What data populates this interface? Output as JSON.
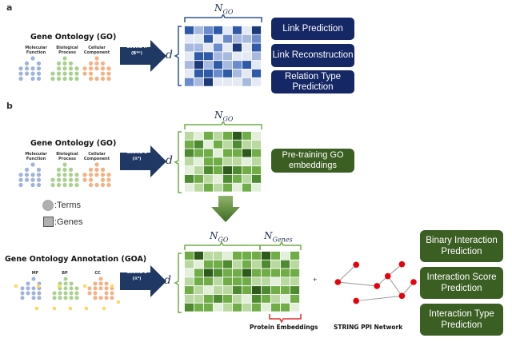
{
  "panels": {
    "a": {
      "label": "a",
      "ontology_title": "Gene Ontology (GO)",
      "branches": [
        {
          "label": "Molecular Function",
          "color": "#9fb3dd"
        },
        {
          "label": "Biological Process",
          "color": "#a9d18e"
        },
        {
          "label": "Cellular Component",
          "color": "#f4b183"
        }
      ],
      "model": {
        "name": "GeOKG-H",
        "space": "(Bᵈʲᶜ)"
      },
      "dim_symbol": "d",
      "matrix_label": "N",
      "matrix_label_sub": "GO",
      "palette": [
        "#e4e9f4",
        "#a7b9df",
        "#6b8ccc",
        "#2f5aa8",
        "#1c3a78"
      ],
      "matrix": [
        [
          3,
          1,
          2,
          3,
          0,
          3,
          0,
          4
        ],
        [
          0,
          0,
          3,
          0,
          2,
          1,
          1,
          2
        ],
        [
          1,
          1,
          0,
          2,
          0,
          4,
          0,
          3
        ],
        [
          0,
          3,
          3,
          1,
          1,
          0,
          0,
          1
        ],
        [
          1,
          4,
          1,
          3,
          1,
          2,
          3,
          0
        ],
        [
          0,
          3,
          3,
          2,
          3,
          1,
          0,
          3
        ],
        [
          2,
          1,
          4,
          0,
          0,
          0,
          1,
          0
        ]
      ],
      "tasks": [
        "Link Prediction",
        "Link Reconstruction",
        "Relation Type Prediction"
      ]
    },
    "b": {
      "label": "b",
      "ontology_title": "Gene Ontology (GO)",
      "branches": [
        {
          "label": "Molecular Function",
          "color": "#9fb3dd"
        },
        {
          "label": "Biological Process",
          "color": "#a9d18e"
        },
        {
          "label": "Cellular Component",
          "color": "#f4b183"
        }
      ],
      "model": {
        "name": "GeOKG-E",
        "space": "(ℝᵈ)"
      },
      "dim_symbol": "d",
      "matrix_label": "N",
      "matrix_label_sub": "GO",
      "palette": [
        "#e2efd9",
        "#b9d9a0",
        "#70ad47",
        "#4e8a30",
        "#2d5a1a"
      ],
      "matrix": [
        [
          1,
          0,
          2,
          1,
          2,
          4,
          2,
          0
        ],
        [
          2,
          3,
          0,
          2,
          1,
          3,
          1,
          1
        ],
        [
          3,
          2,
          2,
          0,
          2,
          2,
          4,
          2
        ],
        [
          1,
          0,
          2,
          2,
          1,
          1,
          0,
          1
        ],
        [
          0,
          1,
          3,
          2,
          4,
          3,
          2,
          2
        ],
        [
          3,
          2,
          1,
          0,
          3,
          2,
          1,
          3
        ],
        [
          0,
          1,
          2,
          1,
          2,
          0,
          2,
          0
        ]
      ],
      "task": "Pre-training GO embeddings"
    },
    "legend": {
      "terms": ":Terms",
      "genes": ":Genes"
    },
    "c": {
      "ontology_title": "Gene Ontology Annotation (GOA)",
      "branches": [
        {
          "label": "MF",
          "color": "#9fb3dd"
        },
        {
          "label": "BP",
          "color": "#a9d18e"
        },
        {
          "label": "CC",
          "color": "#f4b183"
        }
      ],
      "gene_color": "#ffd966",
      "model": {
        "name": "GeOKG-E",
        "space": "(ℝᵈ)"
      },
      "dim_symbol": "d",
      "matrix_label_go": "N",
      "matrix_label_go_sub": "GO",
      "matrix_label_genes": "N",
      "matrix_label_genes_sub": "Genes",
      "palette": [
        "#e2efd9",
        "#b9d9a0",
        "#70ad47",
        "#4e8a30",
        "#2d5a1a"
      ],
      "matrix": [
        [
          2,
          4,
          1,
          1,
          0,
          2,
          2,
          2,
          4,
          2,
          0,
          2
        ],
        [
          1,
          0,
          2,
          2,
          3,
          1,
          2,
          1,
          3,
          1,
          3,
          1
        ],
        [
          0,
          2,
          4,
          3,
          2,
          2,
          4,
          2,
          2,
          2,
          2,
          2
        ],
        [
          1,
          2,
          2,
          1,
          2,
          2,
          2,
          1,
          1,
          0,
          1,
          1
        ],
        [
          2,
          1,
          0,
          1,
          1,
          3,
          2,
          4,
          3,
          2,
          2,
          3
        ],
        [
          1,
          1,
          2,
          3,
          2,
          1,
          0,
          3,
          2,
          1,
          0,
          2
        ],
        [
          3,
          2,
          2,
          0,
          1,
          2,
          1,
          2,
          0,
          2,
          2,
          0
        ]
      ],
      "plus": "+",
      "caption_embeddings": "Protein Embeddings",
      "caption_network": "STRING PPI Network",
      "network": {
        "node_color": "#e8000b",
        "edge_color": "#999999",
        "nodes": [
          [
            0.3,
            0.15
          ],
          [
            0.08,
            0.5
          ],
          [
            0.55,
            0.58
          ],
          [
            0.68,
            0.38
          ],
          [
            0.85,
            0.14
          ],
          [
            0.99,
            0.5
          ],
          [
            0.85,
            0.78
          ],
          [
            0.3,
            0.88
          ]
        ],
        "edges": [
          [
            0,
            1
          ],
          [
            1,
            2
          ],
          [
            2,
            3
          ],
          [
            3,
            4
          ],
          [
            3,
            6
          ],
          [
            6,
            5
          ],
          [
            6,
            7
          ]
        ]
      },
      "tasks": [
        "Binary Interaction Prediction",
        "Interaction Score Prediction",
        "Interaction Type Prediction"
      ]
    }
  }
}
